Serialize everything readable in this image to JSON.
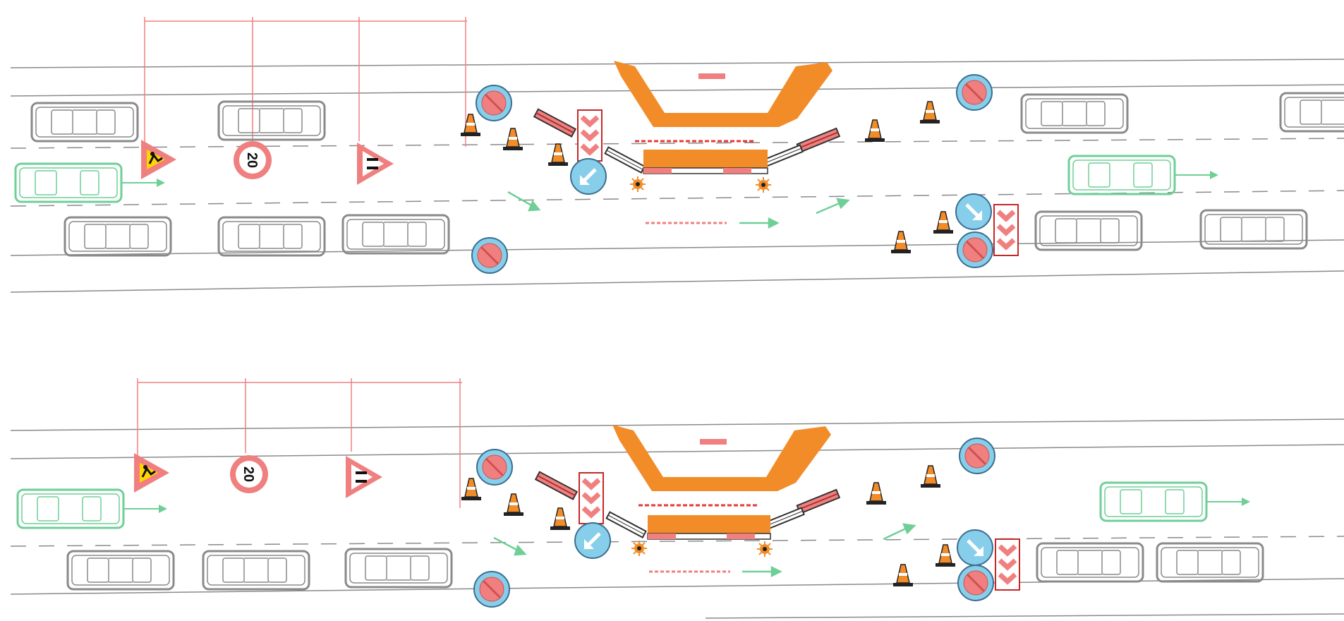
{
  "diagram": {
    "title": "",
    "speed_limit_value": "20",
    "colors": {
      "road_line": "#8a8a8a",
      "parked_car": "#8a8a8a",
      "moving_car": "#6fcf97",
      "dimension": "#f08080",
      "danger_sign": "#f08080",
      "work_zone": "#f28c28",
      "blue_sign": "#87ceeb",
      "no_entry": "#f08080",
      "text_red": "#e53935",
      "cone": "#f28c28",
      "arrow_green": "#6fcf97"
    },
    "panels": [
      {
        "id": "top",
        "dimension_labels": [
          "",
          "",
          ""
        ],
        "work_zone_label": "",
        "note_upper": "",
        "note_lower": ""
      },
      {
        "id": "bottom",
        "dimension_labels": [
          "",
          "",
          ""
        ],
        "work_zone_label": "",
        "note_upper": "",
        "note_lower": ""
      }
    ]
  }
}
